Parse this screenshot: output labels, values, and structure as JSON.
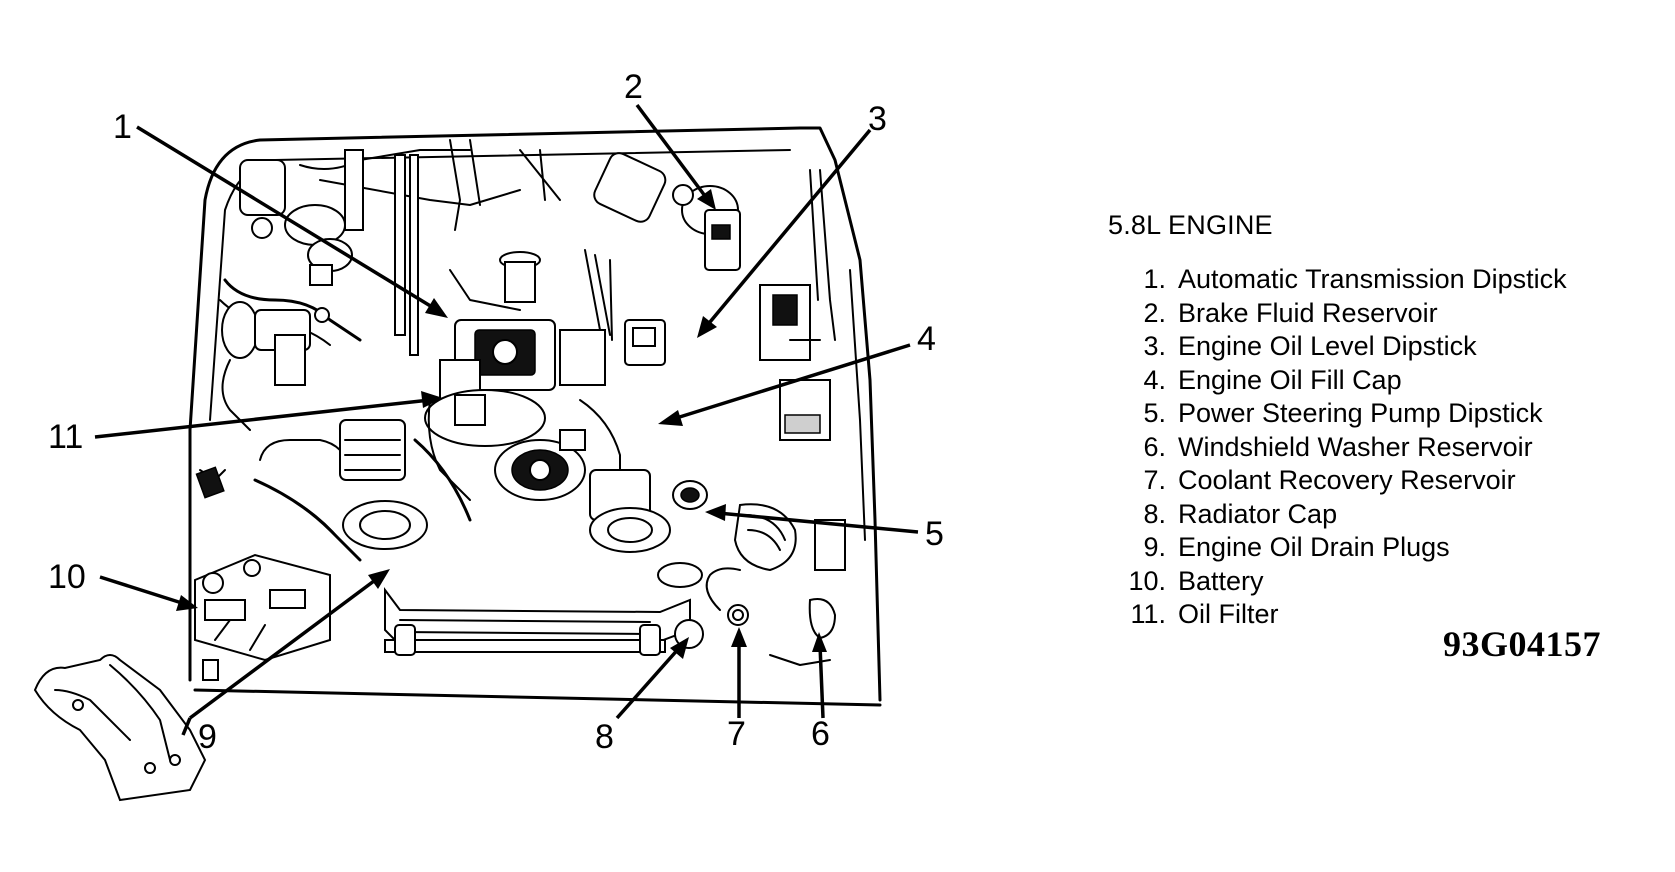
{
  "title": "5.8L ENGINE",
  "figure_code": "93G04157",
  "legend": [
    {
      "num": "1.",
      "label": "Automatic Transmission Dipstick"
    },
    {
      "num": "2.",
      "label": "Brake Fluid Reservoir"
    },
    {
      "num": "3.",
      "label": "Engine Oil Level Dipstick"
    },
    {
      "num": "4.",
      "label": "Engine Oil Fill Cap"
    },
    {
      "num": "5.",
      "label": "Power Steering Pump Dipstick"
    },
    {
      "num": "6.",
      "label": "Windshield Washer Reservoir"
    },
    {
      "num": "7.",
      "label": "Coolant Recovery Reservoir"
    },
    {
      "num": "8.",
      "label": "Radiator Cap"
    },
    {
      "num": "9.",
      "label": "Engine Oil Drain Plugs"
    },
    {
      "num": "10.",
      "label": "Battery"
    },
    {
      "num": "11.",
      "label": "Oil Filter"
    }
  ],
  "callouts": [
    "1",
    "2",
    "3",
    "4",
    "5",
    "6",
    "7",
    "8",
    "9",
    "10",
    "11"
  ]
}
